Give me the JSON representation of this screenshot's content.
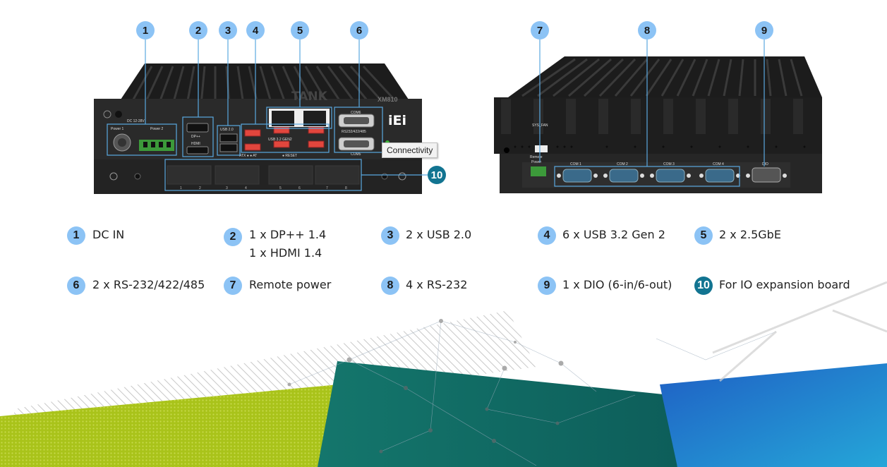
{
  "callouts": [
    "1",
    "2",
    "3",
    "4",
    "5",
    "6",
    "7",
    "8",
    "9",
    "10"
  ],
  "tooltip": "Connectivity",
  "legend": [
    {
      "num": "1",
      "lines": [
        "DC IN"
      ]
    },
    {
      "num": "2",
      "lines": [
        "1 x DP++ 1.4",
        "1 x HDMI 1.4"
      ]
    },
    {
      "num": "3",
      "lines": [
        "2 x USB 2.0"
      ]
    },
    {
      "num": "4",
      "lines": [
        "6 x USB 3.2 Gen 2"
      ]
    },
    {
      "num": "5",
      "lines": [
        "2 x 2.5GbE"
      ]
    },
    {
      "num": "6",
      "lines": [
        "2 x RS-232/422/485"
      ]
    },
    {
      "num": "7",
      "lines": [
        "Remote power"
      ]
    },
    {
      "num": "8",
      "lines": [
        "4 x RS-232"
      ]
    },
    {
      "num": "9",
      "lines": [
        "1 x DIO (6-in/6-out)"
      ]
    },
    {
      "num": "10",
      "lines": [
        "For IO expansion board"
      ]
    }
  ],
  "front_labels": {
    "dc": "DC 12-28V",
    "power1": "Power 1",
    "power2": "Power 2",
    "dp": "DP++",
    "hdmi": "HDMI",
    "usb2": "USB 2.0",
    "usb32": "USB 3.2 GEN2",
    "com6": "COM6",
    "rs": "RS232/422/485",
    "com5": "COM5",
    "atat": "ATX ●  ● AT",
    "reset": "● RESET",
    "brand": "TANK",
    "model": "XM810",
    "logo": "iEi",
    "slots": [
      "1",
      "2",
      "3",
      "4",
      "5",
      "6",
      "7",
      "8"
    ]
  },
  "rear_labels": {
    "sysfan": "SYS_FAN",
    "remote": "Remote",
    "power": "Power",
    "com1": "COM 1",
    "com2": "COM 2",
    "com3": "COM 3",
    "com4": "COM 4",
    "dio": "DIO"
  },
  "colors": {
    "badge": "#8cc3f5",
    "badge_dark": "#127491",
    "line": "#5aa8e0",
    "green": "#a9c31a",
    "teal": "#0f6b63",
    "blue": "#1f6ed4"
  }
}
